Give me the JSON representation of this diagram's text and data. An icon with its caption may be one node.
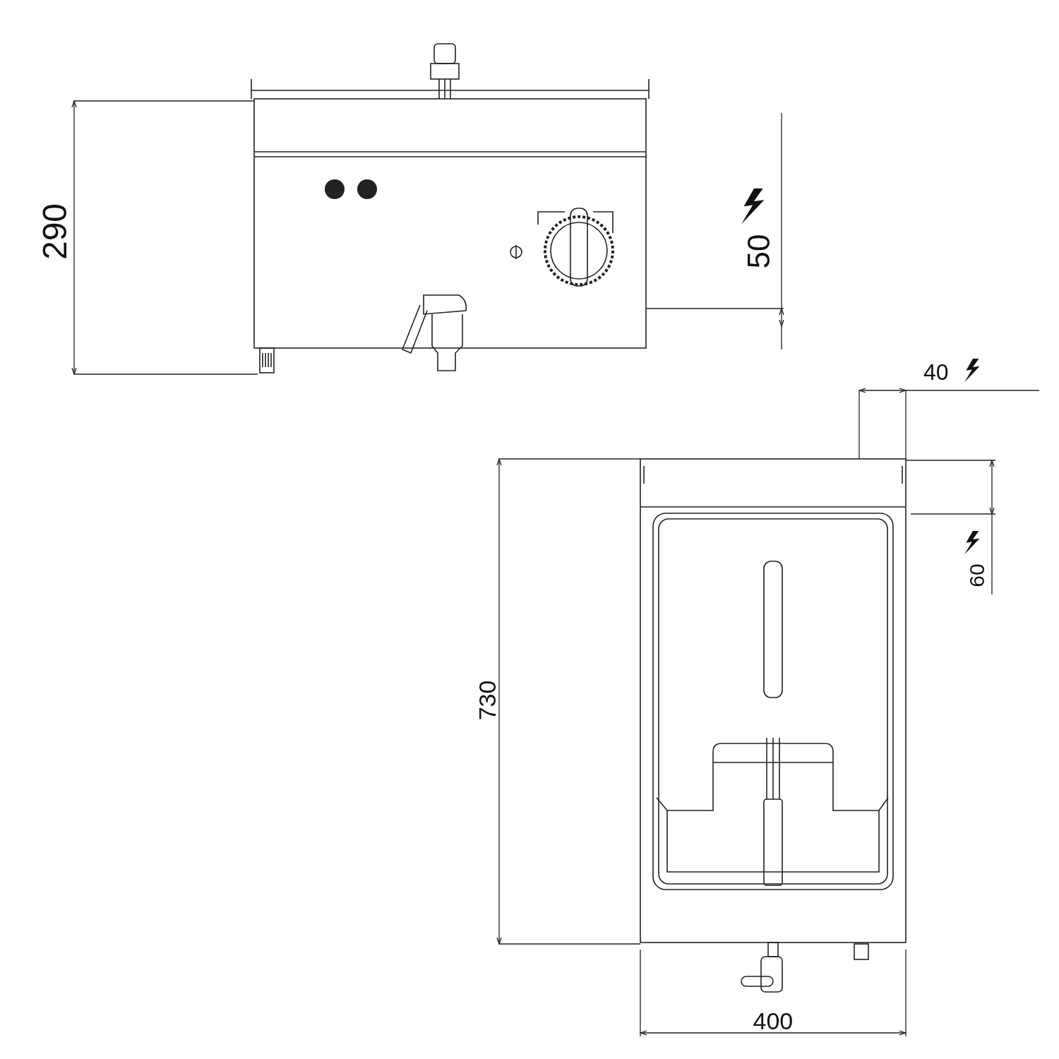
{
  "diagram": {
    "labels": [
      "290",
      "50",
      "40",
      "60",
      "730",
      "400"
    ]
  }
}
